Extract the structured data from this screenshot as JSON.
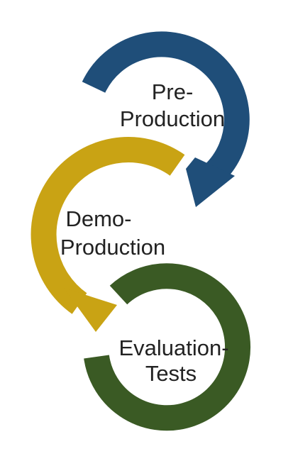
{
  "stages": [
    {
      "line1": "Pre-",
      "line2": "Production",
      "color": "#1f4e79"
    },
    {
      "line1": "Demo-",
      "line2": "Production",
      "color": "#c9a314"
    },
    {
      "line1": "Evaluation-",
      "line2": "Tests",
      "color": "#3a5a24"
    }
  ],
  "arrow_icons": [
    "arrowhead-icon",
    "arrowhead-icon"
  ]
}
